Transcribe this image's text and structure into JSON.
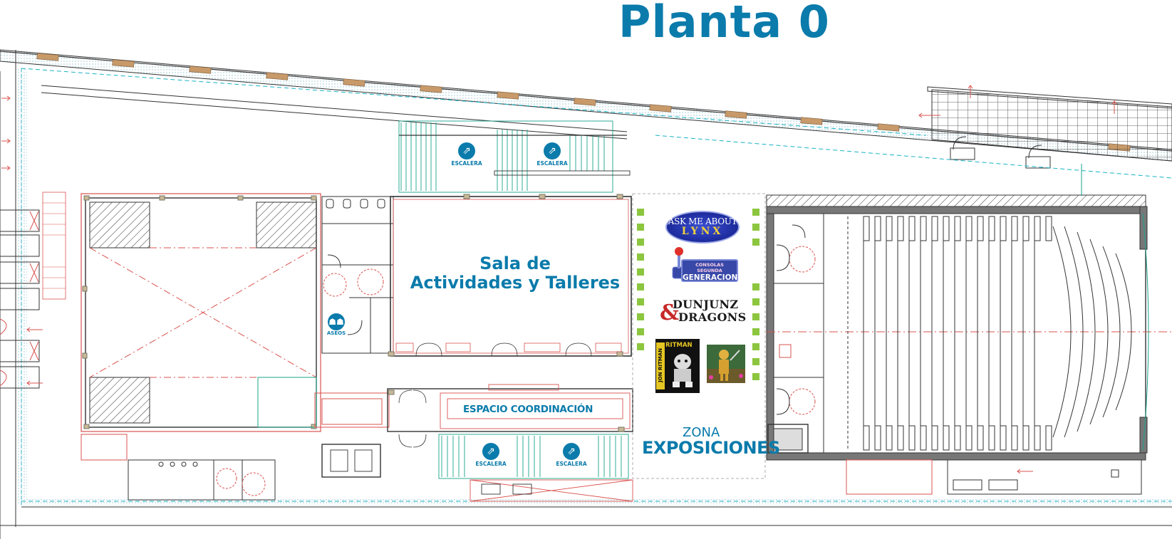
{
  "map": {
    "title": "Planta 0",
    "rooms": {
      "sala": {
        "line1": "Sala de",
        "line2": "Actividades y Talleres"
      },
      "coordinacion": "ESPACIO COORDINACIÓN",
      "zona": "ZONA",
      "exposiciones": "EXPOSICIONES"
    },
    "icons": {
      "stairs": [
        "ESCALERA",
        "ESCALERA",
        "ESCALERA",
        "ESCALERA"
      ],
      "restroom": "ASEOS"
    },
    "exhibits": {
      "lynx": {
        "line1": "ASK ME ABOUT",
        "line2": "LYNX"
      },
      "consolas": {
        "line1": "CONSOLAS SEGUNDA",
        "line2": "GENERACION"
      },
      "dunjunz": {
        "amp": "&",
        "line1": "DUNJUNZ",
        "line2": "DRAGONS"
      },
      "ritman": {
        "side": "JON RITMAN",
        "top": "RITMAN"
      }
    },
    "colors": {
      "accent": "#0a7bab",
      "wall": "#2a2a2a",
      "red_line": "#d9534f",
      "green_line": "#19a38a",
      "cyan_line": "#17b3c6",
      "marker": "#8cc63f"
    }
  }
}
